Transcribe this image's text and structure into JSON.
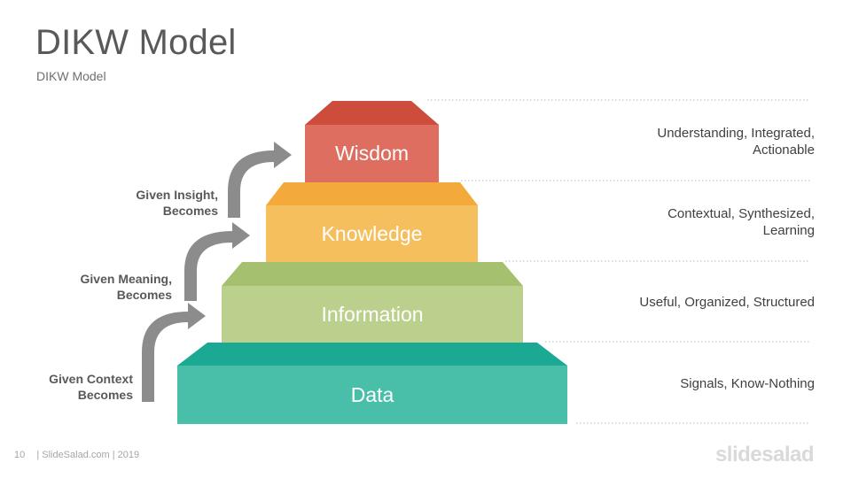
{
  "slide": {
    "title": "DIKW Model",
    "subtitle": "DIKW Model"
  },
  "tiers": [
    {
      "label": "Wisdom",
      "description": "Understanding, Integrated,\nActionable",
      "front_color": "#DD6E60",
      "top_color": "#CD4C3B"
    },
    {
      "label": "Knowledge",
      "description": "Contextual, Synthesized,\nLearning",
      "front_color": "#F6BF5E",
      "top_color": "#F3AA3A"
    },
    {
      "label": "Information",
      "description": "Useful, Organized, Structured",
      "front_color": "#BCD08E",
      "top_color": "#A5C16F"
    },
    {
      "label": "Data",
      "description": "Signals, Know-Nothing",
      "front_color": "#49BFAA",
      "top_color": "#1BA993"
    }
  ],
  "transitions": [
    {
      "label": "Given Insight,\nBecomes"
    },
    {
      "label": "Given Meaning,\nBecomes"
    },
    {
      "label": "Given Context\nBecomes"
    }
  ],
  "footer": {
    "page_number": "10",
    "source": "| SlideSalad.com | 2019",
    "brand": "slidesalad"
  },
  "colors": {
    "arrow": "#8C8C8C",
    "divider": "#C8C8C8"
  }
}
